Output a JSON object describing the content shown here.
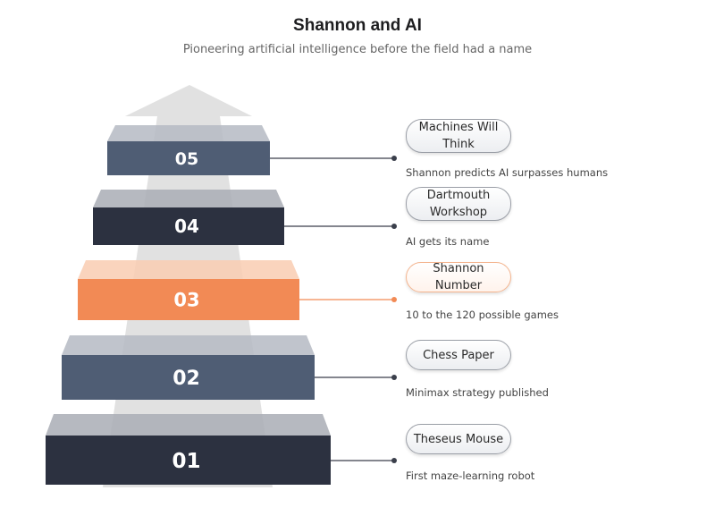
{
  "header": {
    "title": "Shannon and AI",
    "subtitle": "Pioneering artificial intelligence before the field had a name"
  },
  "colors": {
    "dark_navy": "#2c3140",
    "slate_blue": "#4f5d74",
    "accent_orange": "#f28a55",
    "arrow_gray": "#dcdcdc"
  },
  "steps": [
    {
      "number": "05",
      "title": "Machines Will Think",
      "description": "Shannon predicts AI surpasses humans",
      "color": "slate_blue",
      "highlight": false
    },
    {
      "number": "04",
      "title": "Dartmouth Workshop",
      "description": "AI gets its name",
      "color": "dark_navy",
      "highlight": false
    },
    {
      "number": "03",
      "title": "Shannon Number",
      "description": "10 to the 120 possible games",
      "color": "accent_orange",
      "highlight": true
    },
    {
      "number": "02",
      "title": "Chess Paper",
      "description": "Minimax strategy published",
      "color": "slate_blue",
      "highlight": false
    },
    {
      "number": "01",
      "title": "Theseus Mouse",
      "description": "First maze-learning robot",
      "color": "dark_navy",
      "highlight": false
    }
  ]
}
